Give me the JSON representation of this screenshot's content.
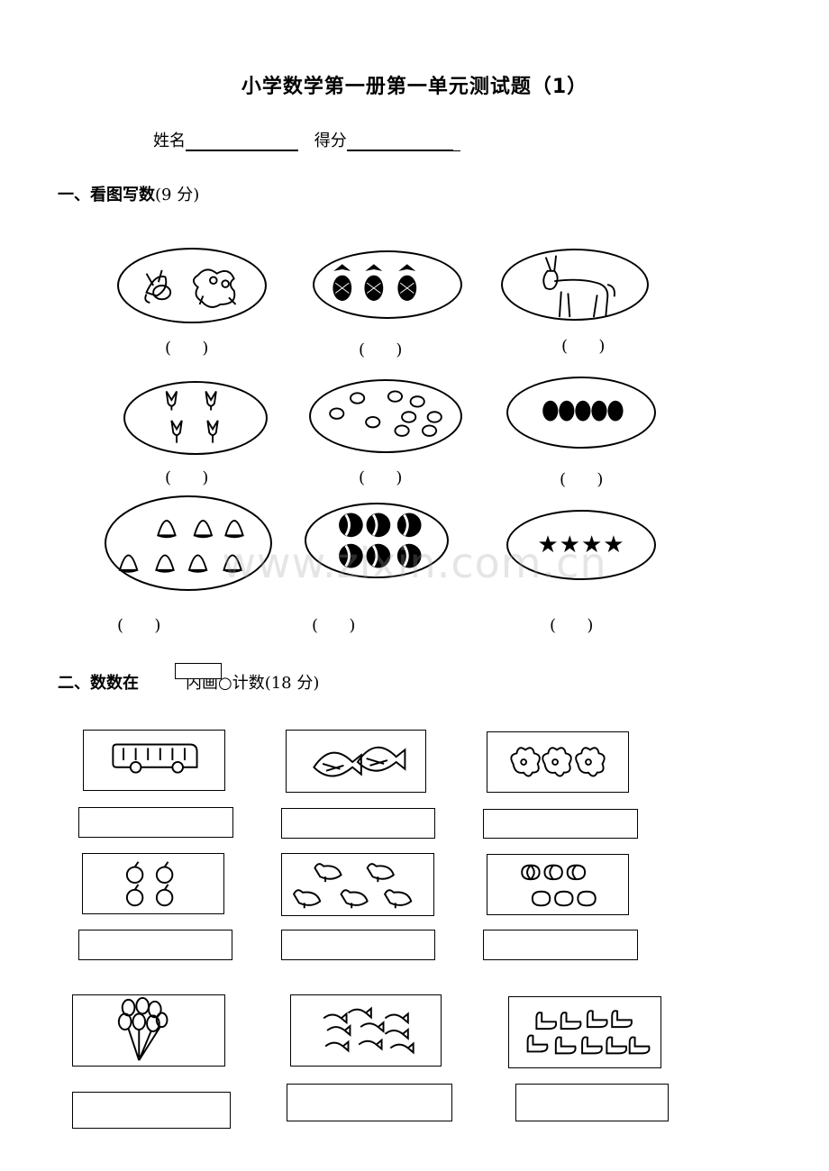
{
  "title": "小学数学第一册第一单元测试题（1）",
  "header": {
    "name_label": "姓名",
    "score_label": "得分"
  },
  "section1": {
    "label": "一、看图写数",
    "points": "(9 分)"
  },
  "section2": {
    "label": "二、数数在",
    "rest": "内画○计数(18 分)"
  },
  "paren_text": "(      )",
  "section1_items": [
    {
      "picture": "butterfly-and-bug-icons"
    },
    {
      "picture": "pineapple-icons"
    },
    {
      "picture": "donkey-icon"
    },
    {
      "picture": "tulip-icons"
    },
    {
      "picture": "bird-icons"
    },
    {
      "picture": "dark-ball-icons"
    },
    {
      "picture": "hat-icons"
    },
    {
      "picture": "striped-ball-icons"
    },
    {
      "picture": "star-icons",
      "text": "★★★★"
    }
  ],
  "section2_items": [
    {
      "picture": "bus-icon"
    },
    {
      "picture": "fish-icons"
    },
    {
      "picture": "flower-icons"
    },
    {
      "picture": "apple-icons"
    },
    {
      "picture": "chicken-icons"
    },
    {
      "picture": "peach-icons"
    },
    {
      "picture": "balloon-icons"
    },
    {
      "picture": "small-fish-icons"
    },
    {
      "picture": "duck-icons"
    }
  ],
  "watermark": "www.zixin.com.cn"
}
